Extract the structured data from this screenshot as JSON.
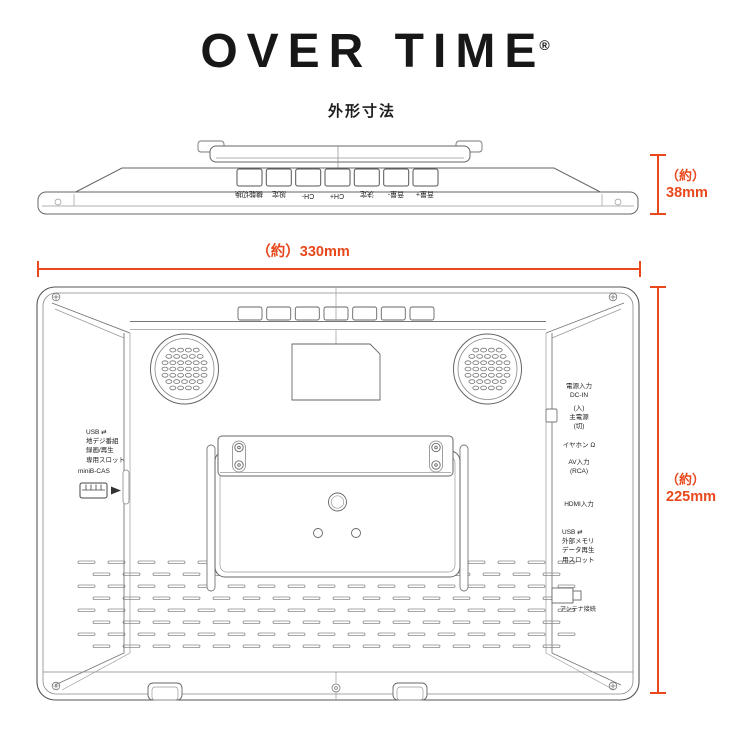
{
  "header": {
    "logo": "OVER TIME",
    "registered": "®",
    "subtitle": "外形寸法"
  },
  "colors": {
    "accent": "#E8481B",
    "line": "#555555"
  },
  "dimensions": {
    "depth": {
      "approx": "（約）",
      "value": "38mm"
    },
    "width": {
      "label": "（約）330mm"
    },
    "height": {
      "approx": "（約）",
      "value": "225mm"
    }
  },
  "top_view": {
    "button_labels": [
      "機能切換",
      "設定",
      "CH-",
      "CH+",
      "決定",
      "音量-",
      "音量+"
    ]
  },
  "back_view": {
    "left": {
      "usb_slot": "USB ⇄\n地デジ番組\n録画/再生\n専用スロット",
      "minib_cas": "miniB-CAS"
    },
    "right": {
      "dc_in": "電源入力\nDC-IN",
      "main_power": "(入)\n主電源\n(切)",
      "earphone": "イヤホン Ω",
      "av_in": "AV入力\n(RCA)",
      "hdmi": "HDMI入力",
      "usb_memory": "USB ⇄\n外部メモリ\nデータ再生\n用スロット",
      "antenna": "アンテナ接続"
    }
  }
}
